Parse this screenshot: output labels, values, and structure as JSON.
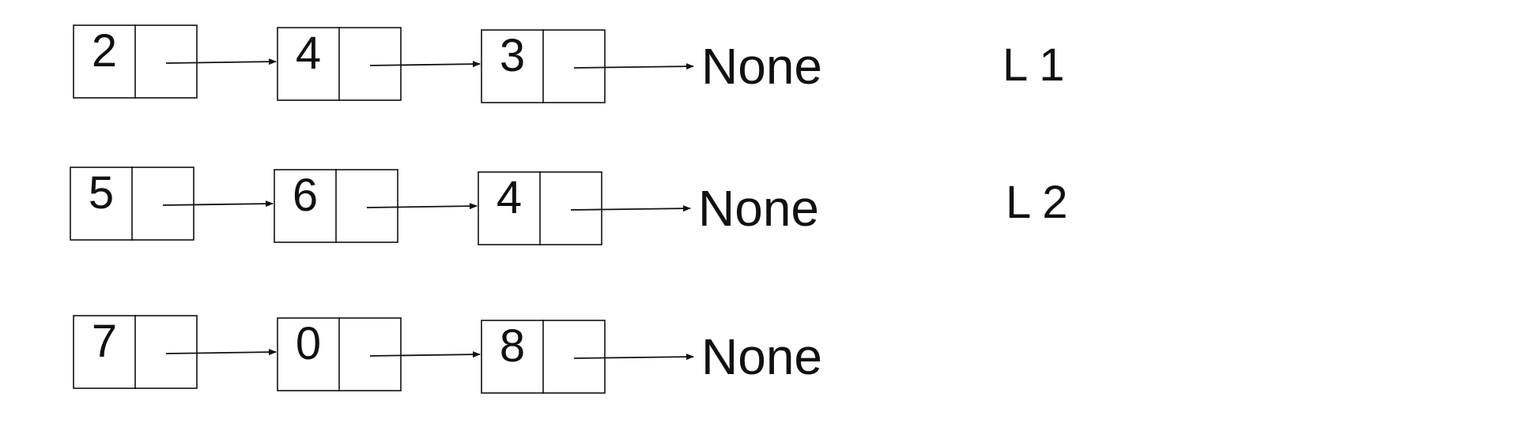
{
  "lists": [
    {
      "label": "L 1",
      "values": [
        "2",
        "4",
        "3"
      ],
      "terminal": "None"
    },
    {
      "label": "L 2",
      "values": [
        "5",
        "6",
        "4"
      ],
      "terminal": "None"
    },
    {
      "label": "",
      "values": [
        "7",
        "0",
        "8"
      ],
      "terminal": "None"
    }
  ],
  "colors": {
    "stroke": "#111111",
    "background": "#ffffff"
  }
}
